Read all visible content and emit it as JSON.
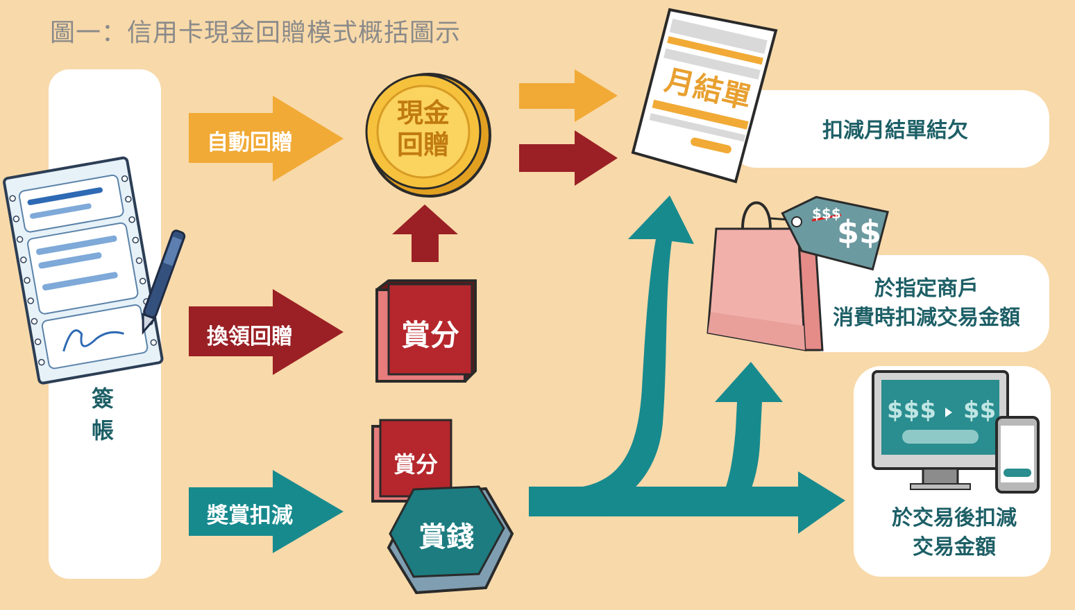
{
  "title": "圖一：信用卡現金回贈模式概括圖示",
  "colors": {
    "background": "#f8d9a9",
    "orange": "#f1aa36",
    "dark_red": "#9a2025",
    "teal": "#178a8e",
    "text_teal": "#1d5f66",
    "title_gray": "#8a8a8a"
  },
  "source": {
    "label_line1": "簽",
    "label_line2": "帳"
  },
  "paths": {
    "auto_rebate": "自動回贈",
    "redeem_rebate": "換領回贈",
    "reward_deduction": "獎賞扣減"
  },
  "coin": {
    "line1": "現金",
    "line2": "回贈"
  },
  "points_box": "賞分",
  "points_box_small": "賞分",
  "reward_money": "賞錢",
  "statement": {
    "doc_title": "月結單"
  },
  "results": {
    "statement_deduct": "扣減月結單結欠",
    "merchant_line1": "於指定商戶",
    "merchant_line2": "消費時扣減交易金額",
    "after_line1": "於交易後扣減",
    "after_line2": "交易金額"
  },
  "tag": {
    "old_price": "$$$",
    "new_price": "$$"
  },
  "screen": {
    "from": "$$$",
    "to": "$$"
  },
  "icons": [
    "signed-slip-icon",
    "pen-icon",
    "shopping-bag-icon",
    "price-tag-icon",
    "computer-monitor-icon",
    "phone-icon"
  ]
}
